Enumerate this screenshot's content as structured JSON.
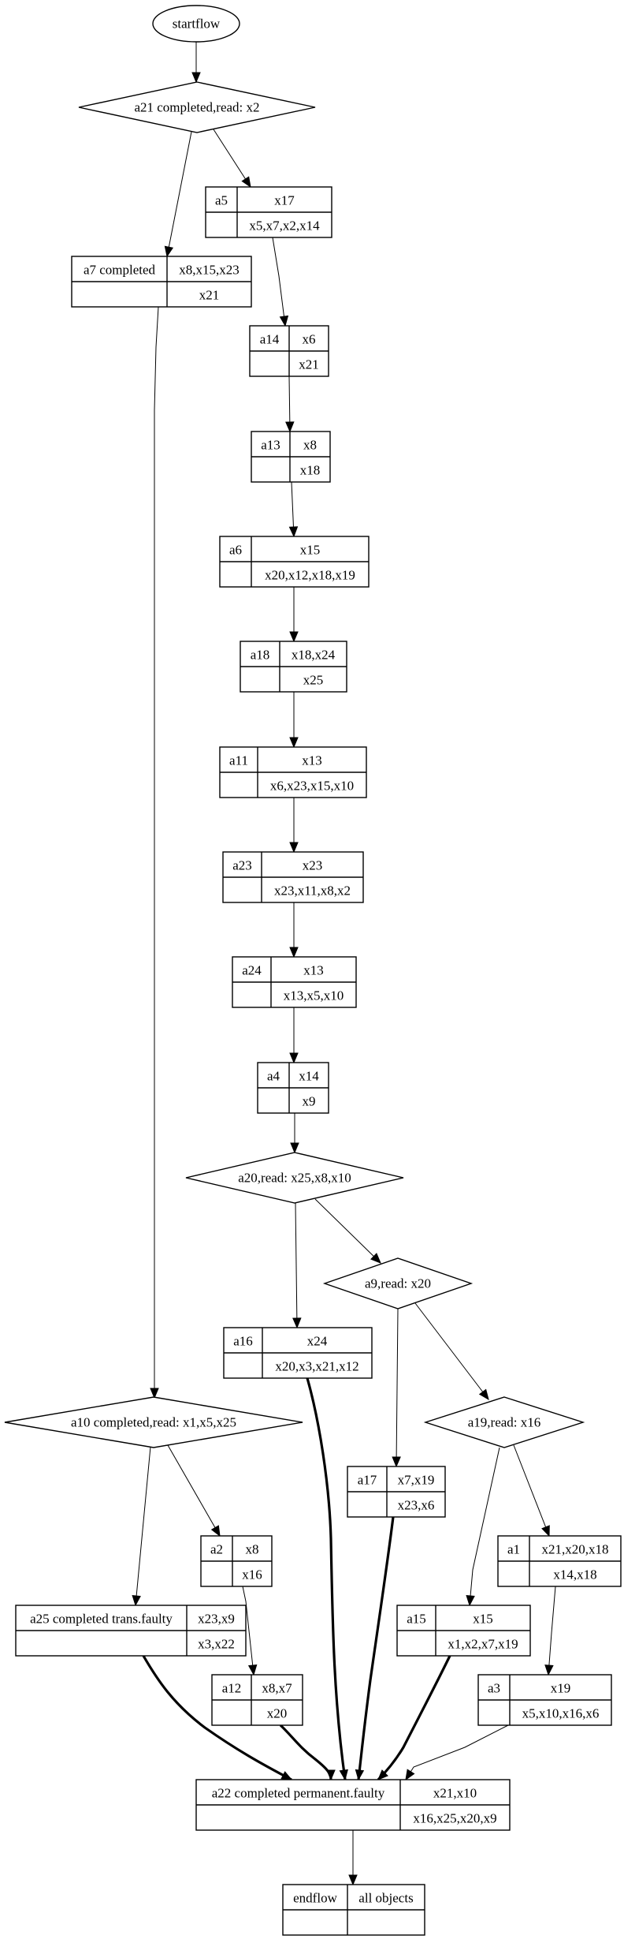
{
  "diagram": {
    "type": "flowgraph",
    "nodes": {
      "startflow": {
        "shape": "ellipse",
        "label": "startflow"
      },
      "a21": {
        "shape": "diamond",
        "label": "a21 completed,read: x2"
      },
      "a5": {
        "shape": "record",
        "name": "a5",
        "top": "x17",
        "bottom": "x5,x7,x2,x14"
      },
      "a7": {
        "shape": "record",
        "name": "a7 completed",
        "top": "x8,x15,x23",
        "bottom": "x21"
      },
      "a14": {
        "shape": "record",
        "name": "a14",
        "top": "x6",
        "bottom": "x21"
      },
      "a13": {
        "shape": "record",
        "name": "a13",
        "top": "x8",
        "bottom": "x18"
      },
      "a6": {
        "shape": "record",
        "name": "a6",
        "top": "x15",
        "bottom": "x20,x12,x18,x19"
      },
      "a18": {
        "shape": "record",
        "name": "a18",
        "top": "x18,x24",
        "bottom": "x25"
      },
      "a11": {
        "shape": "record",
        "name": "a11",
        "top": "x13",
        "bottom": "x6,x23,x15,x10"
      },
      "a23": {
        "shape": "record",
        "name": "a23",
        "top": "x23",
        "bottom": "x23,x11,x8,x2"
      },
      "a24": {
        "shape": "record",
        "name": "a24",
        "top": "x13",
        "bottom": "x13,x5,x10"
      },
      "a4": {
        "shape": "record",
        "name": "a4",
        "top": "x14",
        "bottom": "x9"
      },
      "a20": {
        "shape": "diamond",
        "label": "a20,read: x25,x8,x10"
      },
      "a9": {
        "shape": "diamond",
        "label": "a9,read: x20"
      },
      "a16": {
        "shape": "record",
        "name": "a16",
        "top": "x24",
        "bottom": "x20,x3,x21,x12"
      },
      "a10": {
        "shape": "diamond",
        "label": "a10 completed,read: x1,x5,x25"
      },
      "a19": {
        "shape": "diamond",
        "label": "a19,read: x16"
      },
      "a17": {
        "shape": "record",
        "name": "a17",
        "top": "x7,x19",
        "bottom": "x23,x6"
      },
      "a2": {
        "shape": "record",
        "name": "a2",
        "top": "x8",
        "bottom": "x16"
      },
      "a1": {
        "shape": "record",
        "name": "a1",
        "top": "x21,x20,x18",
        "bottom": "x14,x18"
      },
      "a25": {
        "shape": "record",
        "name": "a25  completed trans.faulty",
        "top": "x23,x9",
        "bottom": "x3,x22"
      },
      "a15": {
        "shape": "record",
        "name": "a15",
        "top": "x15",
        "bottom": "x1,x2,x7,x19"
      },
      "a12": {
        "shape": "record",
        "name": "a12",
        "top": "x8,x7",
        "bottom": "x20"
      },
      "a3": {
        "shape": "record",
        "name": "a3",
        "top": "x19",
        "bottom": "x5,x10,x16,x6"
      },
      "a22": {
        "shape": "record",
        "name": "a22  completed permanent.faulty",
        "top": "x21,x10",
        "bottom": "x16,x25,x20,x9"
      },
      "endflow": {
        "shape": "record",
        "name": "endflow",
        "top": "all objects",
        "bottom": ""
      }
    },
    "edges": [
      {
        "from": "startflow",
        "to": "a21",
        "style": "normal"
      },
      {
        "from": "a21",
        "to": "a7",
        "style": "normal"
      },
      {
        "from": "a21",
        "to": "a5",
        "style": "normal"
      },
      {
        "from": "a5",
        "to": "a14",
        "style": "normal"
      },
      {
        "from": "a14",
        "to": "a13",
        "style": "normal"
      },
      {
        "from": "a13",
        "to": "a6",
        "style": "normal"
      },
      {
        "from": "a6",
        "to": "a18",
        "style": "normal"
      },
      {
        "from": "a18",
        "to": "a11",
        "style": "normal"
      },
      {
        "from": "a11",
        "to": "a23",
        "style": "normal"
      },
      {
        "from": "a23",
        "to": "a24",
        "style": "normal"
      },
      {
        "from": "a24",
        "to": "a4",
        "style": "normal"
      },
      {
        "from": "a4",
        "to": "a20",
        "style": "normal"
      },
      {
        "from": "a7",
        "to": "a10",
        "style": "normal"
      },
      {
        "from": "a20",
        "to": "a16",
        "style": "normal"
      },
      {
        "from": "a20",
        "to": "a9",
        "style": "normal"
      },
      {
        "from": "a9",
        "to": "a17",
        "style": "normal"
      },
      {
        "from": "a9",
        "to": "a19",
        "style": "normal"
      },
      {
        "from": "a10",
        "to": "a25",
        "style": "normal"
      },
      {
        "from": "a10",
        "to": "a2",
        "style": "normal"
      },
      {
        "from": "a2",
        "to": "a12",
        "style": "normal"
      },
      {
        "from": "a19",
        "to": "a15",
        "style": "normal"
      },
      {
        "from": "a19",
        "to": "a1",
        "style": "normal"
      },
      {
        "from": "a1",
        "to": "a3",
        "style": "normal"
      },
      {
        "from": "a25",
        "to": "a22",
        "style": "bold"
      },
      {
        "from": "a12",
        "to": "a22",
        "style": "bold"
      },
      {
        "from": "a16",
        "to": "a22",
        "style": "bold"
      },
      {
        "from": "a17",
        "to": "a22",
        "style": "bold"
      },
      {
        "from": "a15",
        "to": "a22",
        "style": "bold"
      },
      {
        "from": "a3",
        "to": "a22",
        "style": "normal"
      },
      {
        "from": "a22",
        "to": "endflow",
        "style": "normal"
      }
    ]
  }
}
